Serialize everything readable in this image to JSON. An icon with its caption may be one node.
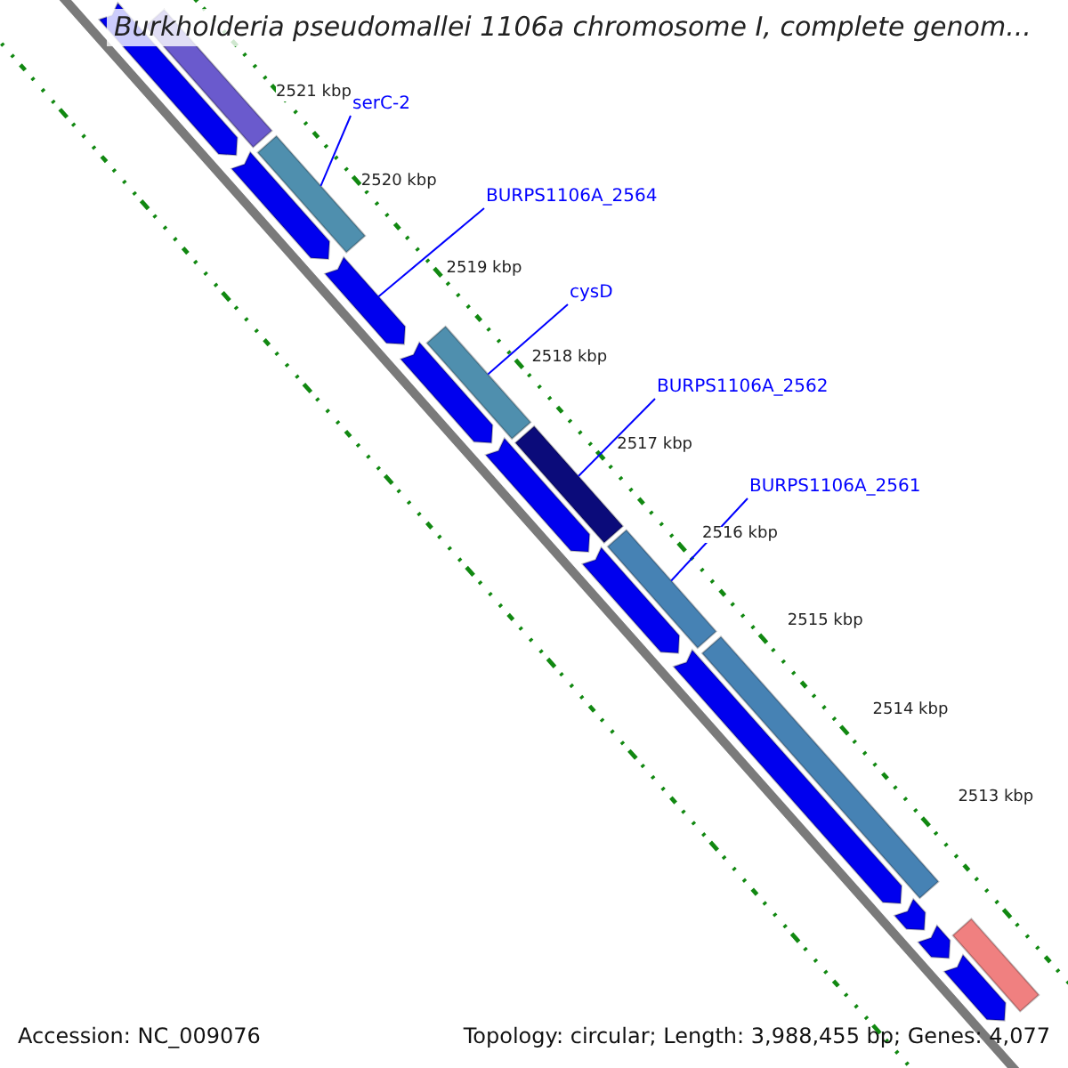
{
  "diagram": {
    "title": "Burkholderia pseudomallei 1106a chromosome I, complete genom...",
    "nodes": [
      {
        "text": [
          "serC-2"
        ]
      },
      {
        "text": [
          "BURPS1106A_2564"
        ]
      },
      {
        "text": [
          "cysD"
        ]
      },
      {
        "text": [
          "BURPS1106A_2562"
        ]
      },
      {
        "text": [
          "BURPS1106A_2561"
        ]
      },
      {
        "text": [],
        "shape": "bar"
      },
      {
        "text": [],
        "shape": "bar"
      },
      {
        "text": [],
        "shape": "bar"
      },
      {
        "text": [],
        "shape": "bar"
      },
      {
        "text": [],
        "shape": "bar"
      },
      {
        "text": [],
        "shape": "bar"
      },
      {
        "text": [],
        "shape": "bar"
      },
      {
        "text": [],
        "shape": "bar"
      },
      {
        "text": [],
        "shape": "bar"
      },
      {
        "text": [],
        "shape": "bar"
      },
      {
        "text": [],
        "shape": "bar"
      },
      {
        "text": [],
        "shape": "bar"
      },
      {
        "text": [],
        "shape": "bar"
      },
      {
        "text": [],
        "shape": "bar"
      },
      {
        "text": [],
        "shape": "bar"
      },
      {
        "text": [],
        "shape": "bar"
      },
      {
        "text": [],
        "shape": "bar"
      }
    ],
    "edges": [
      {
        "from": 0,
        "to": 8,
        "arrow": "none"
      },
      {
        "from": 1,
        "to": 9,
        "arrow": "none"
      },
      {
        "from": 2,
        "to": 11,
        "arrow": "none"
      },
      {
        "from": 3,
        "to": 13,
        "arrow": "none"
      },
      {
        "from": 4,
        "to": 15,
        "arrow": "none"
      }
    ],
    "labels": [
      "2521 kbp",
      "2520 kbp",
      "2519 kbp",
      "2518 kbp",
      "2517 kbp",
      "2516 kbp",
      "2515 kbp",
      "2514 kbp",
      "2513 kbp",
      "Accession: NC_009076",
      "Topology: circular; Length: 3,988,455 bp; Genes: 4,077"
    ]
  }
}
